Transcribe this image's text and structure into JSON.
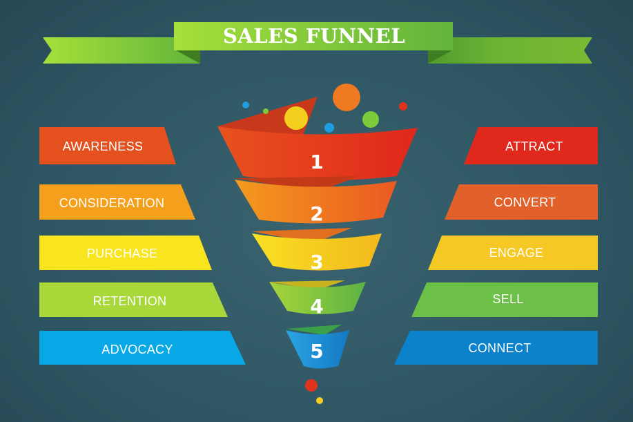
{
  "title": "SALES FUNNEL",
  "colors": {
    "background": "#2f5562",
    "ribbon": "#7cc63a",
    "stage1": "#e03a1e",
    "stage2": "#f07a1e",
    "stage3": "#f5c81e",
    "stage4": "#8fc63a",
    "stage5": "#1e8fd6"
  },
  "left_labels": [
    "AWARENESS",
    "CONSIDERATION",
    "PURCHASE",
    "RETENTION",
    "ADVOCACY"
  ],
  "right_labels": [
    "ATTRACT",
    "CONVERT",
    "ENGAGE",
    "SELL",
    "CONNECT"
  ],
  "funnel_numbers": [
    "1",
    "2",
    "3",
    "4",
    "5"
  ]
}
